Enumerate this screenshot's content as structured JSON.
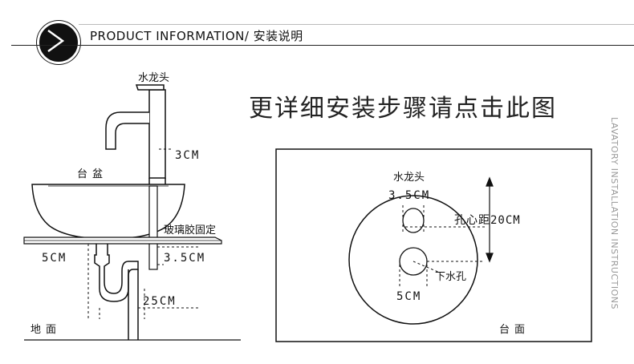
{
  "header": {
    "title": "PRODUCT  INFORMATION/ 安装说明",
    "icon": "chevron-right-icon"
  },
  "main": {
    "install_link": "更详细安装步骤请点击此图"
  },
  "side": {
    "vertical_text": "LAVATORY INSTALLATION INSTRUCTIONS"
  },
  "left_diagram": {
    "faucet": "水龙头",
    "height_above": "3CM",
    "basin": "台盆",
    "glue": "玻璃胶固定",
    "pipe_offset": "5CM",
    "counter_thickness": "3.5CM",
    "trap_height": "25CM",
    "floor": "地面"
  },
  "right_diagram": {
    "faucet": "水龙头",
    "faucet_hole": "3.5CM",
    "hole_distance": "孔心距20CM",
    "drain": "下水孔",
    "drain_size": "5CM",
    "counter": "台面"
  }
}
